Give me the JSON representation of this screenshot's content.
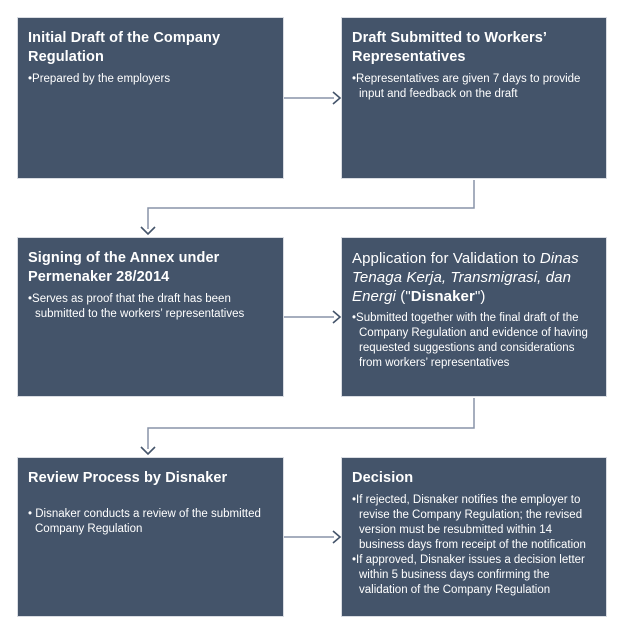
{
  "diagram_title": "Company Regulation validation process flowchart",
  "colors": {
    "box_fill": "#44546A",
    "box_border": "#D9DCE2",
    "title_text": "#FFFFFF",
    "body_text": "#FFFFFF",
    "connector_line": "#8894A8",
    "arrowhead": "#44546A",
    "background": "#FFFFFF"
  },
  "boxes": [
    {
      "name": "initial-draft",
      "title": "Initial Draft of the Company Regulation",
      "bullets": [
        "Prepared by the employers"
      ]
    },
    {
      "name": "draft-submitted",
      "title": "Draft Submitted to Workers’ Representatives",
      "bullets": [
        "Representatives are given 7 days to provide input and feedback on the draft"
      ]
    },
    {
      "name": "signing-annex",
      "title": "Signing of the Annex under Permenaker 28/2014",
      "bullets": [
        "Serves as proof that the draft has been submitted to the workers’ representatives"
      ]
    },
    {
      "name": "application-validation",
      "title_prefix": "Application for Validation to ",
      "title_italic": "Dinas Tenaga Kerja, Transmigrasi, dan Energi",
      "title_mid": " (\"",
      "title_bold": "Disnaker",
      "title_suffix": "\")",
      "bullets": [
        "Submitted together with the final draft of the Company Regulation and evidence of having requested suggestions and considerations from workers’ representatives"
      ]
    },
    {
      "name": "review-process",
      "title": "Review Process by Disnaker",
      "bullets": [
        "Disnaker conducts a review of the submitted Company Regulation"
      ]
    },
    {
      "name": "decision",
      "title": "Decision",
      "bullets": [
        "If rejected, Disnaker notifies the employer to revise the Company Regulation; the revised version must be resubmitted within 14 business days from receipt of the notification",
        "If approved, Disnaker issues a decision letter within 5 business days confirming the validation of the Company Regulation"
      ]
    }
  ],
  "connections": [
    {
      "from": "initial-draft",
      "to": "draft-submitted",
      "type": "straight-right"
    },
    {
      "from": "draft-submitted",
      "to": "signing-annex",
      "type": "elbow-down"
    },
    {
      "from": "signing-annex",
      "to": "application-validation",
      "type": "straight-right"
    },
    {
      "from": "application-validation",
      "to": "review-process",
      "type": "elbow-down"
    },
    {
      "from": "review-process",
      "to": "decision",
      "type": "straight-right"
    }
  ]
}
